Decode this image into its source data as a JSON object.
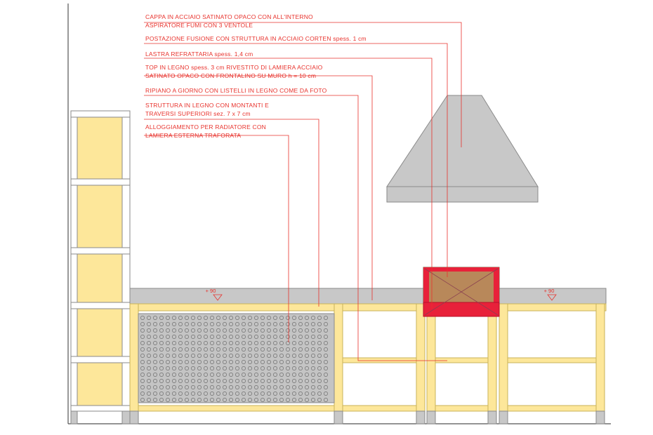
{
  "annotations": [
    {
      "id": "hood",
      "lines": [
        "CAPPA IN ACCIAIO SATINATO OPACO CON ALL'INTERNO",
        "ASPIRATORE FUMI CON 3 VENTOLE"
      ]
    },
    {
      "id": "casting-station",
      "lines": [
        "POSTAZIONE FUSIONE CON STRUTTURA IN ACCIAIO CORTEN spess. 1 cm"
      ]
    },
    {
      "id": "refractory-slab",
      "lines": [
        "LASTRA REFRATTARIA spess. 1,4 cm"
      ]
    },
    {
      "id": "wood-top",
      "lines": [
        "TOP IN LEGNO spess. 3 cm RIVESTITO DI LAMIERA ACCIAIO",
        "SATINATO OPACO CON FRONTALINO SU MURO  h = 10 cm"
      ]
    },
    {
      "id": "open-shelf",
      "lines": [
        "RIPIANO A GIORNO CON LISTELLI IN LEGNO COME DA FOTO"
      ]
    },
    {
      "id": "wood-structure",
      "lines": [
        "STRUTTURA IN LEGNO CON MONTANTI E",
        "TRAVERSI SUPERIORI  sez. 7 x 7 cm"
      ]
    },
    {
      "id": "radiator-housing",
      "lines": [
        "ALLOGGIAMENTO PER RADIATORE CON",
        "LAMIERA ESTERNA TRAFORATA"
      ]
    }
  ],
  "level_marks": [
    "+ 90",
    "+ 90"
  ],
  "colors": {
    "annotation": "#e8322c",
    "wood": "#fde79a",
    "wood_stroke": "#c9b35a",
    "steel": "#c8c8c8",
    "steel_stroke": "#8a8a8a",
    "corten": "#b8885a",
    "refractory": "#e8213a",
    "perforated": "#c4c4c4",
    "outline": "#3a3a3a"
  }
}
